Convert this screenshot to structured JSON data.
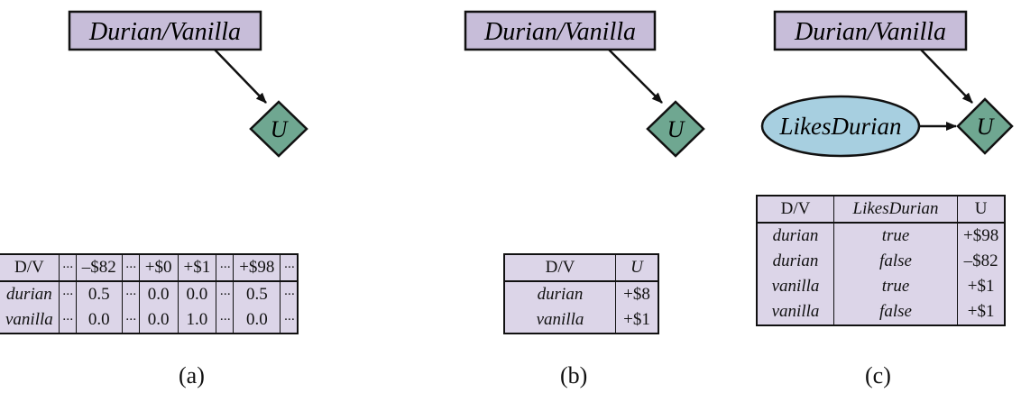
{
  "colors": {
    "node_fill": "#c7bdd9",
    "utility_fill": "#6fa791",
    "chance_fill": "#a7cfe0",
    "table_fill": "#dcd5e8"
  },
  "panel_a": {
    "decision_label": "Durian/Vanilla",
    "utility_label": "U",
    "table": {
      "headers": [
        "D/V",
        "···",
        "–$82",
        "···",
        "+$0",
        "+$1",
        "···",
        "+$98",
        "···"
      ],
      "rows": [
        [
          "durian",
          "···",
          "0.5",
          "···",
          "0.0",
          "0.0",
          "···",
          "0.5",
          "···"
        ],
        [
          "vanilla",
          "···",
          "0.0",
          "···",
          "0.0",
          "1.0",
          "···",
          "0.0",
          "···"
        ]
      ]
    },
    "caption": "(a)"
  },
  "panel_b": {
    "decision_label": "Durian/Vanilla",
    "utility_label": "U",
    "table": {
      "headers": [
        "D/V",
        "U"
      ],
      "rows": [
        [
          "durian",
          "+$8"
        ],
        [
          "vanilla",
          "+$1"
        ]
      ]
    },
    "caption": "(b)"
  },
  "panel_c": {
    "decision_label": "Durian/Vanilla",
    "chance_label": "LikesDurian",
    "utility_label": "U",
    "table": {
      "headers": [
        "D/V",
        "LikesDurian",
        "U"
      ],
      "rows": [
        [
          "durian",
          "true",
          "+$98"
        ],
        [
          "durian",
          "false",
          "–$82"
        ],
        [
          "vanilla",
          "true",
          "+$1"
        ],
        [
          "vanilla",
          "false",
          "+$1"
        ]
      ]
    },
    "caption": "(c)"
  }
}
